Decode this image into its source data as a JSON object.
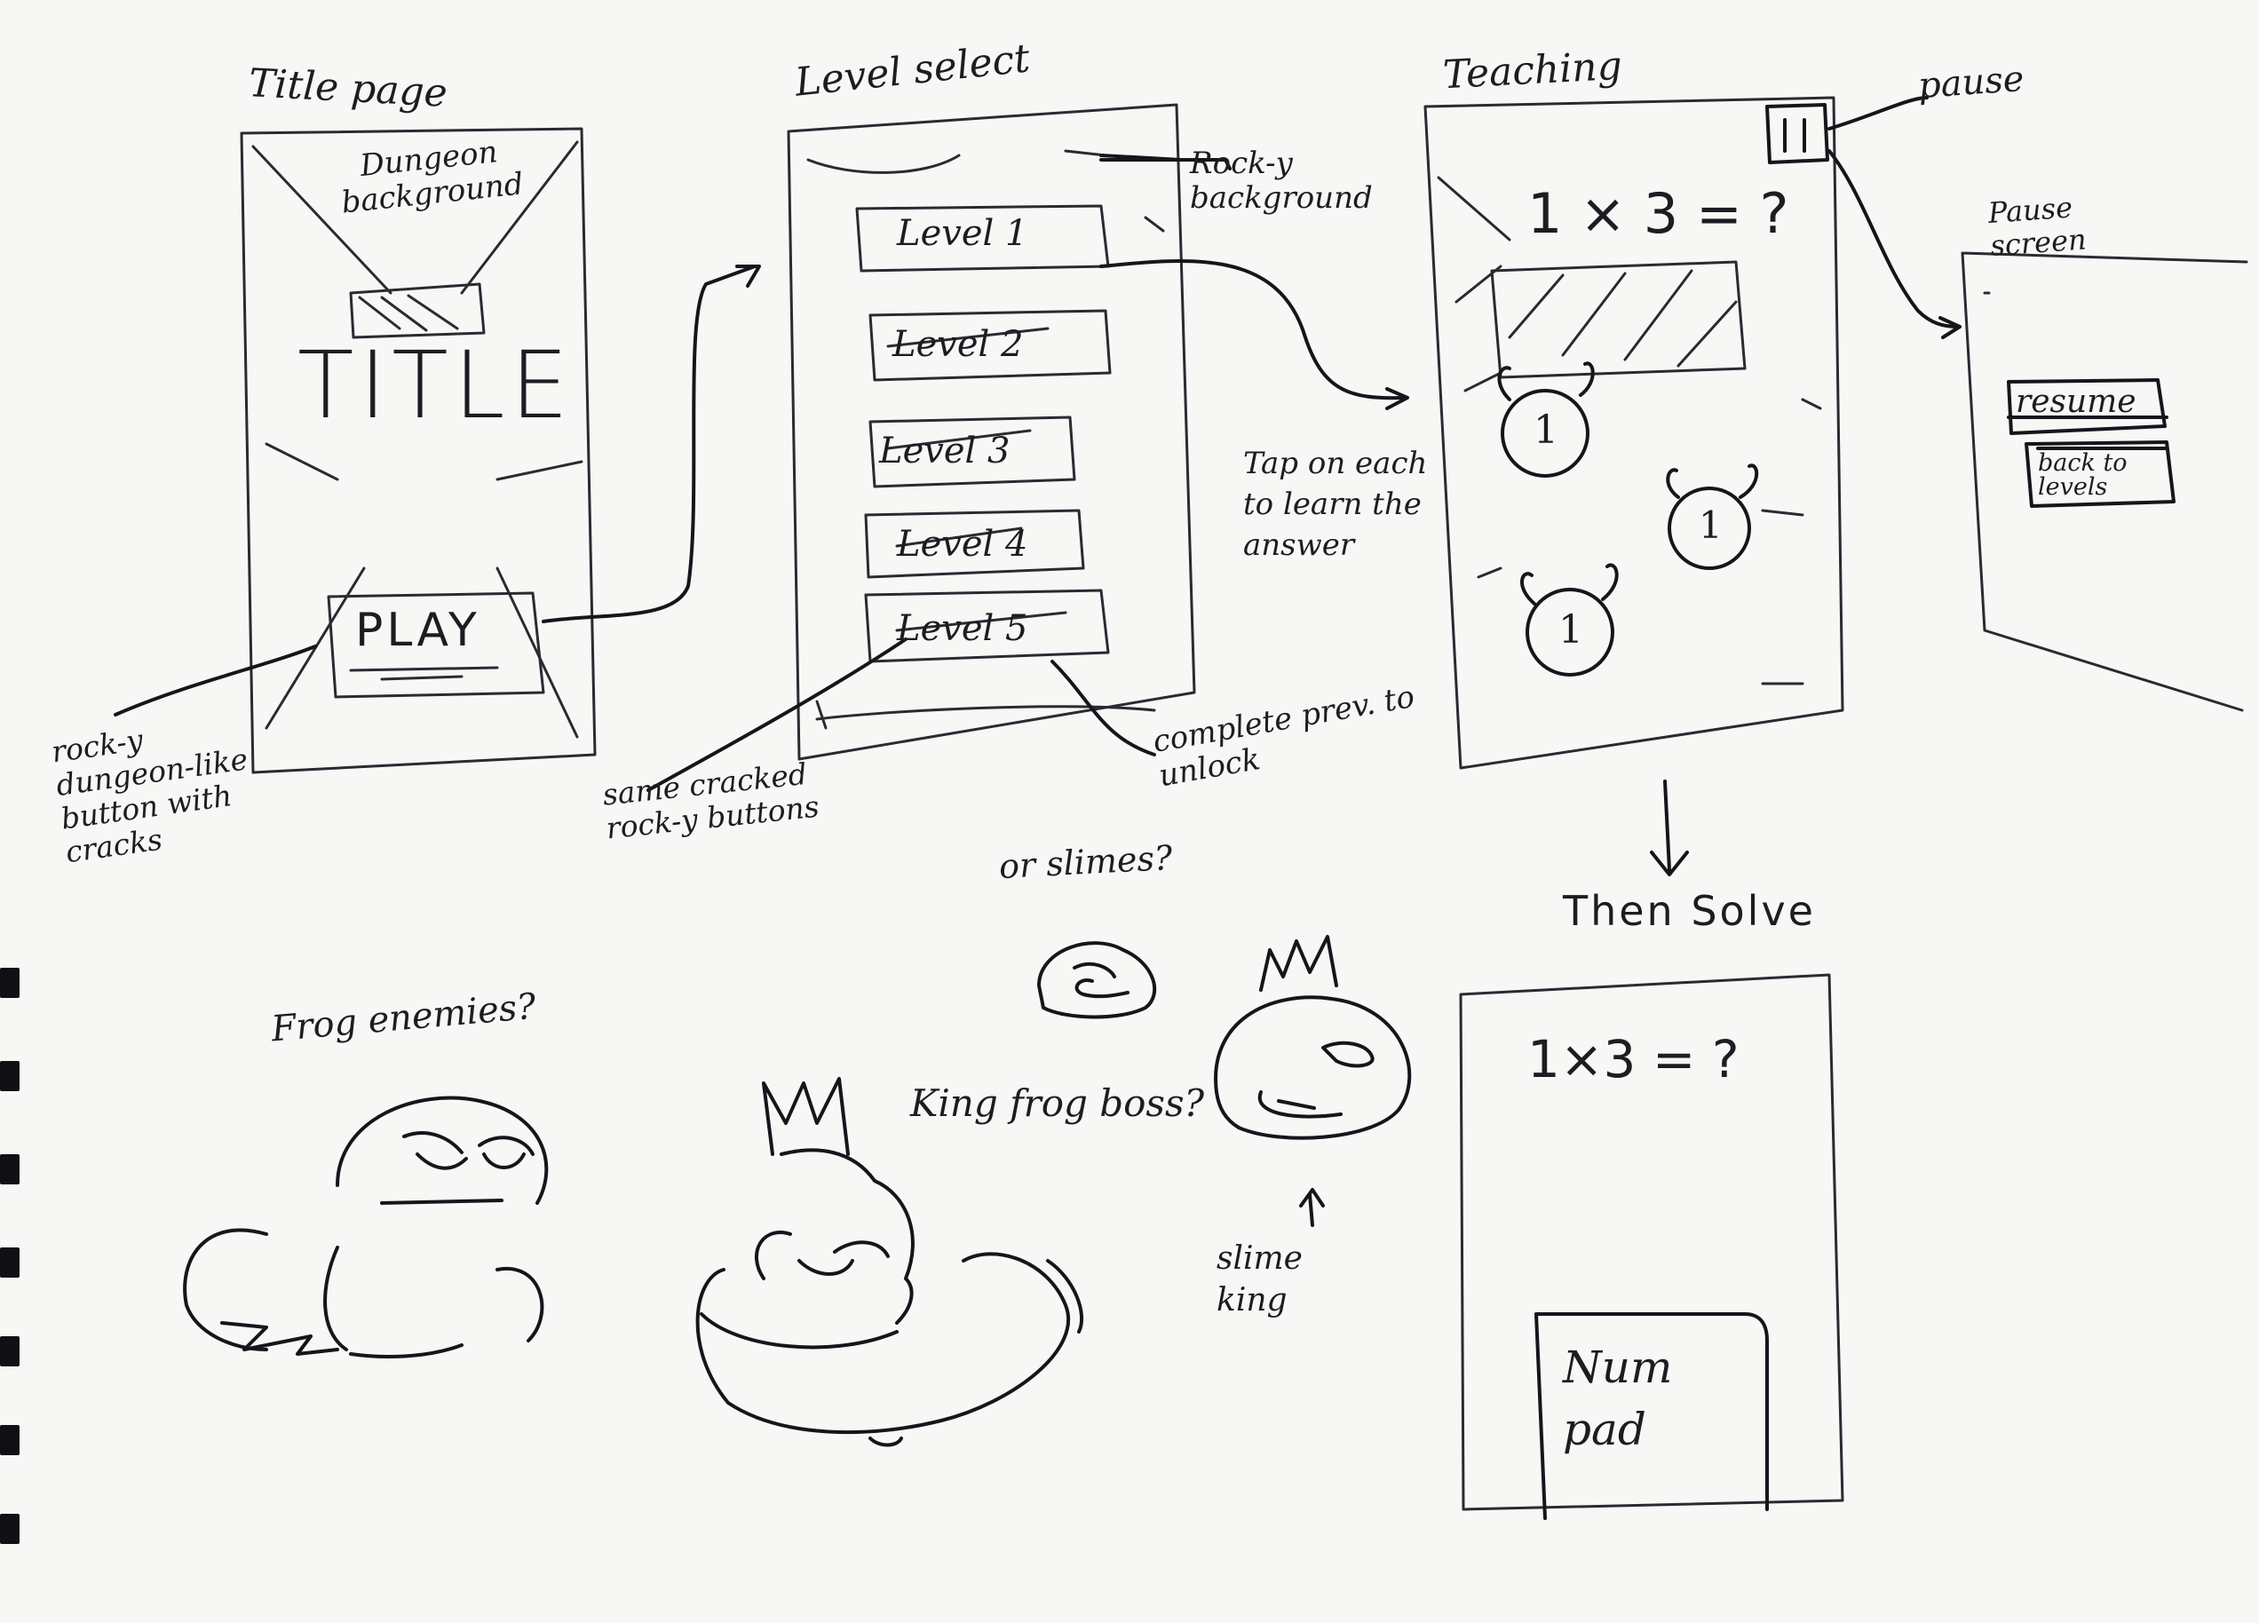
{
  "screens": {
    "title_page": {
      "heading": "Title page",
      "note_background": "Dungeon background",
      "title": "TITLE",
      "play_button": "PLAY",
      "note_button": "rock-y dungeon-like button with cracks"
    },
    "level_select": {
      "heading": "Level select",
      "note_background": "Rock-y background",
      "levels": [
        "Level 1",
        "Level 2",
        "Level 3",
        "Level 4",
        "Level 5"
      ],
      "note_buttons": "same cracked rock-y buttons",
      "note_locked": "complete prev. to unlock"
    },
    "teaching": {
      "heading": "Teaching",
      "pause_label": "pause",
      "pause_icon": "pause-icon",
      "equation": "1 × 3 = ?",
      "monster_value": "1",
      "note_tap": "Tap on each to learn the answer"
    },
    "pause_screen": {
      "heading": "Pause screen",
      "resume_button": "resume",
      "back_button": "back to levels"
    },
    "solve": {
      "heading": "Then Solve",
      "equation": "1×3 = ?",
      "numpad": "Num pad"
    }
  },
  "sketches": {
    "slimes_note": "or slimes?",
    "frog_note": "Frog enemies?",
    "king_frog_note": "King frog boss?",
    "slime_king_note": "slime king"
  },
  "colors": {
    "paper": "#f7f7f5",
    "pencil": "#2a2a33",
    "ink": "#15151c"
  }
}
